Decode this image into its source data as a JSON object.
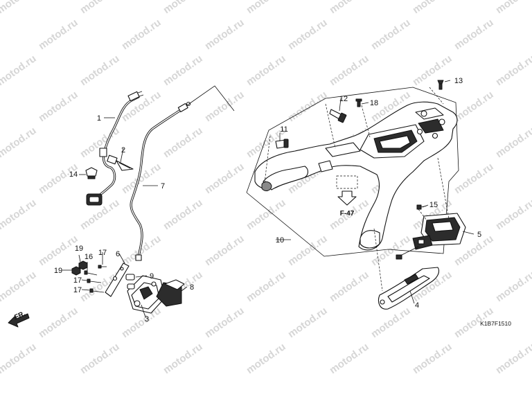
{
  "watermark": {
    "text": "motod.ru",
    "color": "#d6d6d6"
  },
  "diagram": {
    "code": "K1B7F1510",
    "ref_label": "F-47",
    "front_label": "FR.",
    "callouts": [
      {
        "id": "1",
        "label": "1"
      },
      {
        "id": "2",
        "label": "2"
      },
      {
        "id": "3",
        "label": "3"
      },
      {
        "id": "4",
        "label": "4"
      },
      {
        "id": "5",
        "label": "5"
      },
      {
        "id": "6",
        "label": "6"
      },
      {
        "id": "7",
        "label": "7"
      },
      {
        "id": "8",
        "label": "8"
      },
      {
        "id": "9",
        "label": "9"
      },
      {
        "id": "10",
        "label": "10"
      },
      {
        "id": "11",
        "label": "11"
      },
      {
        "id": "12",
        "label": "12"
      },
      {
        "id": "13",
        "label": "13"
      },
      {
        "id": "14",
        "label": "14"
      },
      {
        "id": "15",
        "label": "15"
      },
      {
        "id": "16",
        "label": "16"
      },
      {
        "id": "17a",
        "label": "17"
      },
      {
        "id": "17b",
        "label": "17"
      },
      {
        "id": "17c",
        "label": "17"
      },
      {
        "id": "18",
        "label": "18"
      },
      {
        "id": "19a",
        "label": "19"
      },
      {
        "id": "19b",
        "label": "19"
      }
    ]
  }
}
